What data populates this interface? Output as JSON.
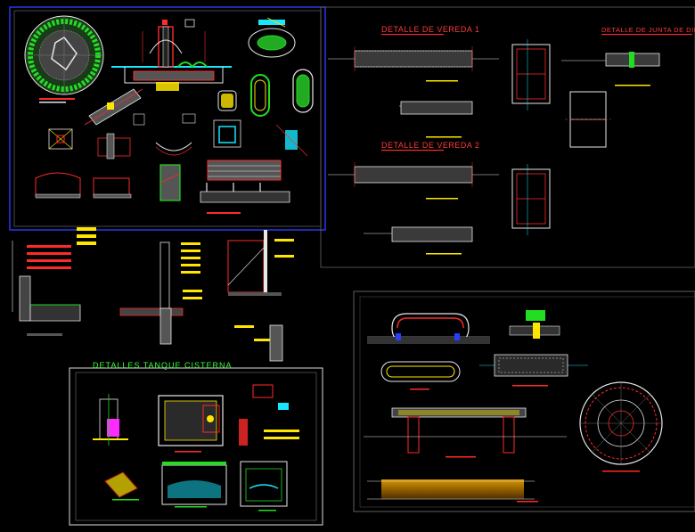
{
  "labels": {
    "vereda1": "DETALLE DE VEREDA 1",
    "vereda2": "DETALLE DE VEREDA 2",
    "junta": "DETALLE DE JUNTA DE DILATACION",
    "tanque": "DETALLES TANQUE CISTERNA"
  },
  "colors": {
    "background": "#000000",
    "frame_blue": "#2a3cff",
    "frame_gray": "#8a8a8a",
    "red": "#ff2a2a",
    "cyan": "#19e6ff",
    "yellow": "#ffe600",
    "green": "#22dd22",
    "white": "#e8e8e8",
    "magenta": "#ff2aff"
  }
}
